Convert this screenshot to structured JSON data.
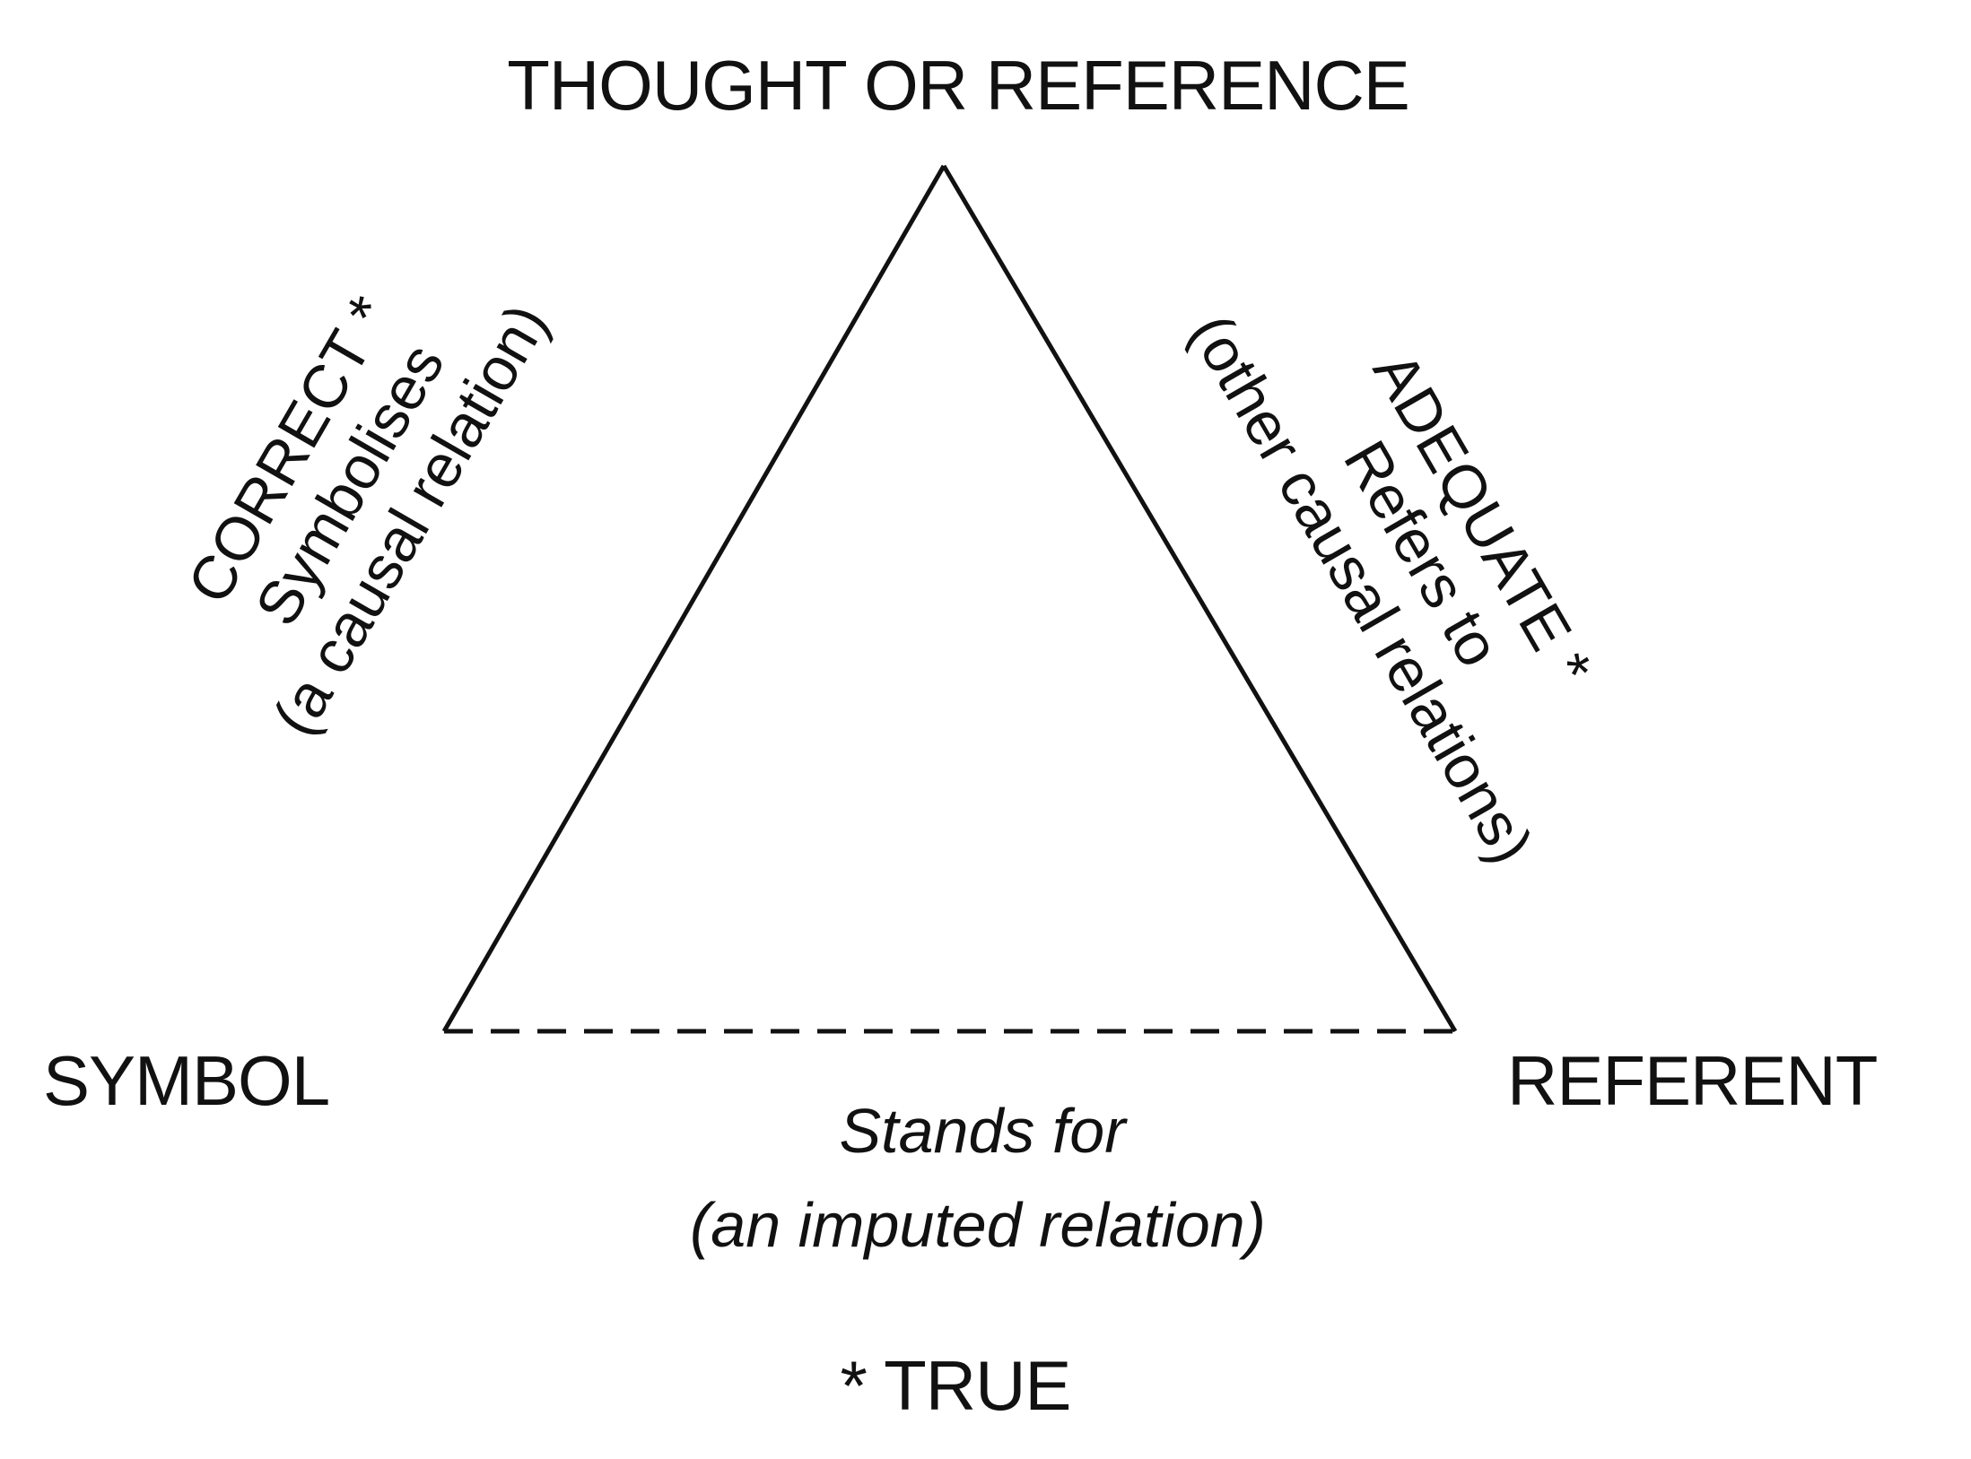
{
  "diagram": {
    "top_node": "THOUGHT OR REFERENCE",
    "left_node": "SYMBOL",
    "right_node": "REFERENT",
    "left_edge": {
      "line1": "CORRECT *",
      "line2": "Symbolises",
      "line3": "(a causal relation)"
    },
    "right_edge": {
      "line1": "ADEQUATE *",
      "line2": "Refers to",
      "line3": "(other causal relations)"
    },
    "bottom_edge": {
      "line1": "Stands for",
      "line2": "(an imputed relation)"
    },
    "footnote": "* TRUE"
  }
}
